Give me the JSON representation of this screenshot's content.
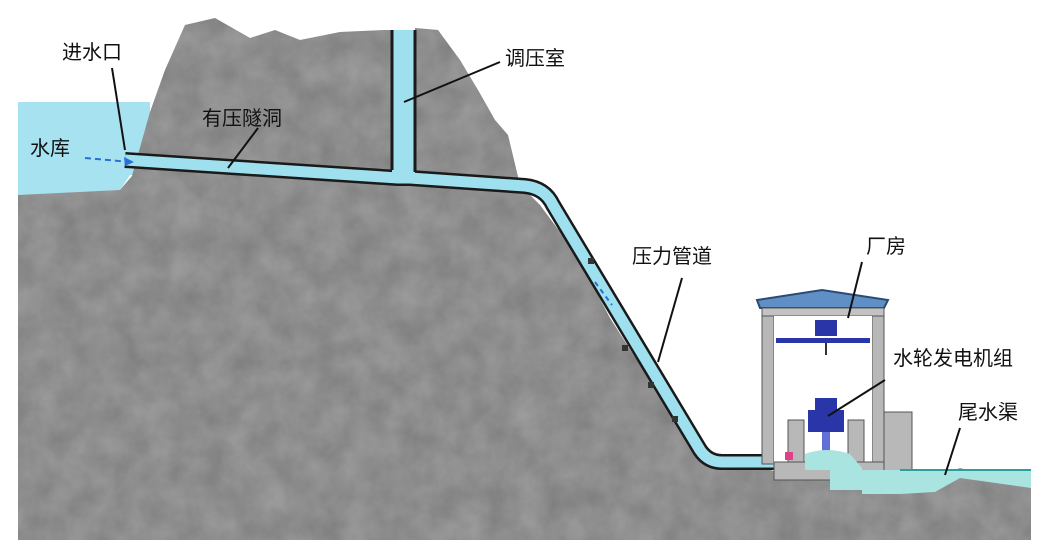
{
  "labels": {
    "intake": "进水口",
    "reservoir": "水库",
    "tunnel": "有压隧洞",
    "surge": "调压室",
    "penstock": "压力管道",
    "house": "厂房",
    "unit": "水轮发电机组",
    "tailrace": "尾水渠"
  },
  "colors": {
    "water": "#9fe0ef",
    "rock": "#7d7d7d",
    "rock_dark": "#6a6a6a",
    "building": "#b8b8b8",
    "roof": "#5f8fc4",
    "machine": "#2a36a8",
    "tailwater": "#a9e4e0"
  }
}
